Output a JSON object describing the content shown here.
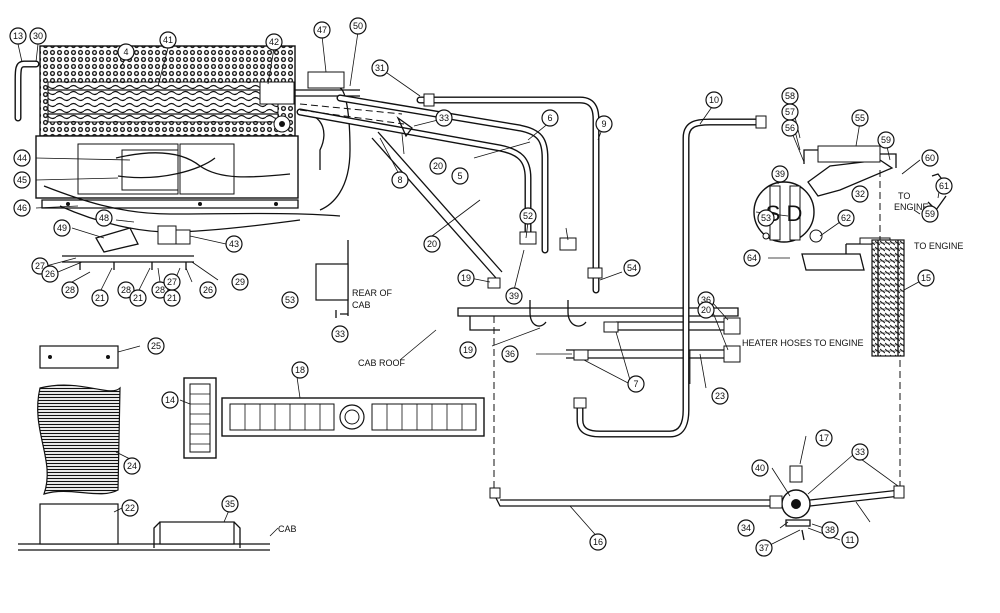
{
  "part_numbers": [
    "13",
    "30",
    "4",
    "41",
    "42",
    "47",
    "50",
    "31",
    "6",
    "9",
    "10",
    "55",
    "58",
    "57",
    "56",
    "59",
    "60",
    "61",
    "39",
    "32",
    "53",
    "62",
    "64",
    "59",
    "15",
    "44",
    "45",
    "46",
    "48",
    "49",
    "43",
    "27",
    "26",
    "28",
    "21",
    "28",
    "21",
    "28",
    "21",
    "26",
    "27",
    "29",
    "33",
    "20",
    "5",
    "8",
    "20",
    "52",
    "53",
    "33",
    "19",
    "39",
    "54",
    "19",
    "36",
    "36",
    "20",
    "7",
    "23",
    "25",
    "14",
    "18",
    "24",
    "22",
    "35",
    "17",
    "40",
    "33",
    "34",
    "37",
    "38",
    "11",
    "16"
  ],
  "labels": {
    "rear_of_cab": "REAR OF",
    "rear_of_cab_2": "CAB",
    "cab_roof": "CAB ROOF",
    "heater_hoses": "HEATER HOSES TO ENGINE",
    "to_engine_1a": "TO",
    "to_engine_1b": "ENGINE",
    "to_engine_2": "TO ENGINE",
    "cab": "CAB",
    "compressor_mark": "S D"
  }
}
